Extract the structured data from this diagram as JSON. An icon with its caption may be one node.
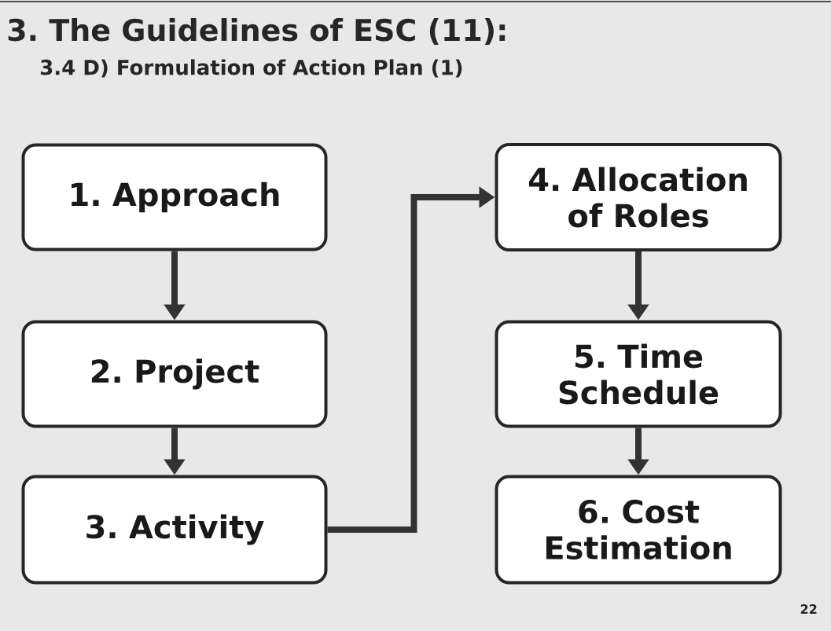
{
  "diagram": {
    "title": "3. The Guidelines of ESC (11):",
    "nodes": [
      {
        "text": [
          "1. Approach"
        ]
      },
      {
        "text": [
          "2. Project"
        ]
      },
      {
        "text": [
          "3. Activity"
        ]
      },
      {
        "text": [
          "4. Allocation of Roles"
        ]
      },
      {
        "text": [
          "5. Time Schedule"
        ]
      },
      {
        "text": [
          "6. Cost Estimation"
        ]
      }
    ],
    "edges": [
      {
        "from": 0,
        "to": 1,
        "arrow": "to"
      },
      {
        "from": 1,
        "to": 2,
        "arrow": "to"
      },
      {
        "from": 2,
        "to": 3,
        "arrow": "to"
      },
      {
        "from": 3,
        "to": 4,
        "arrow": "to"
      },
      {
        "from": 4,
        "to": 5,
        "arrow": "to"
      }
    ],
    "labels": [
      "3.4 D) Formulation of Action Plan (1)",
      "22"
    ]
  }
}
